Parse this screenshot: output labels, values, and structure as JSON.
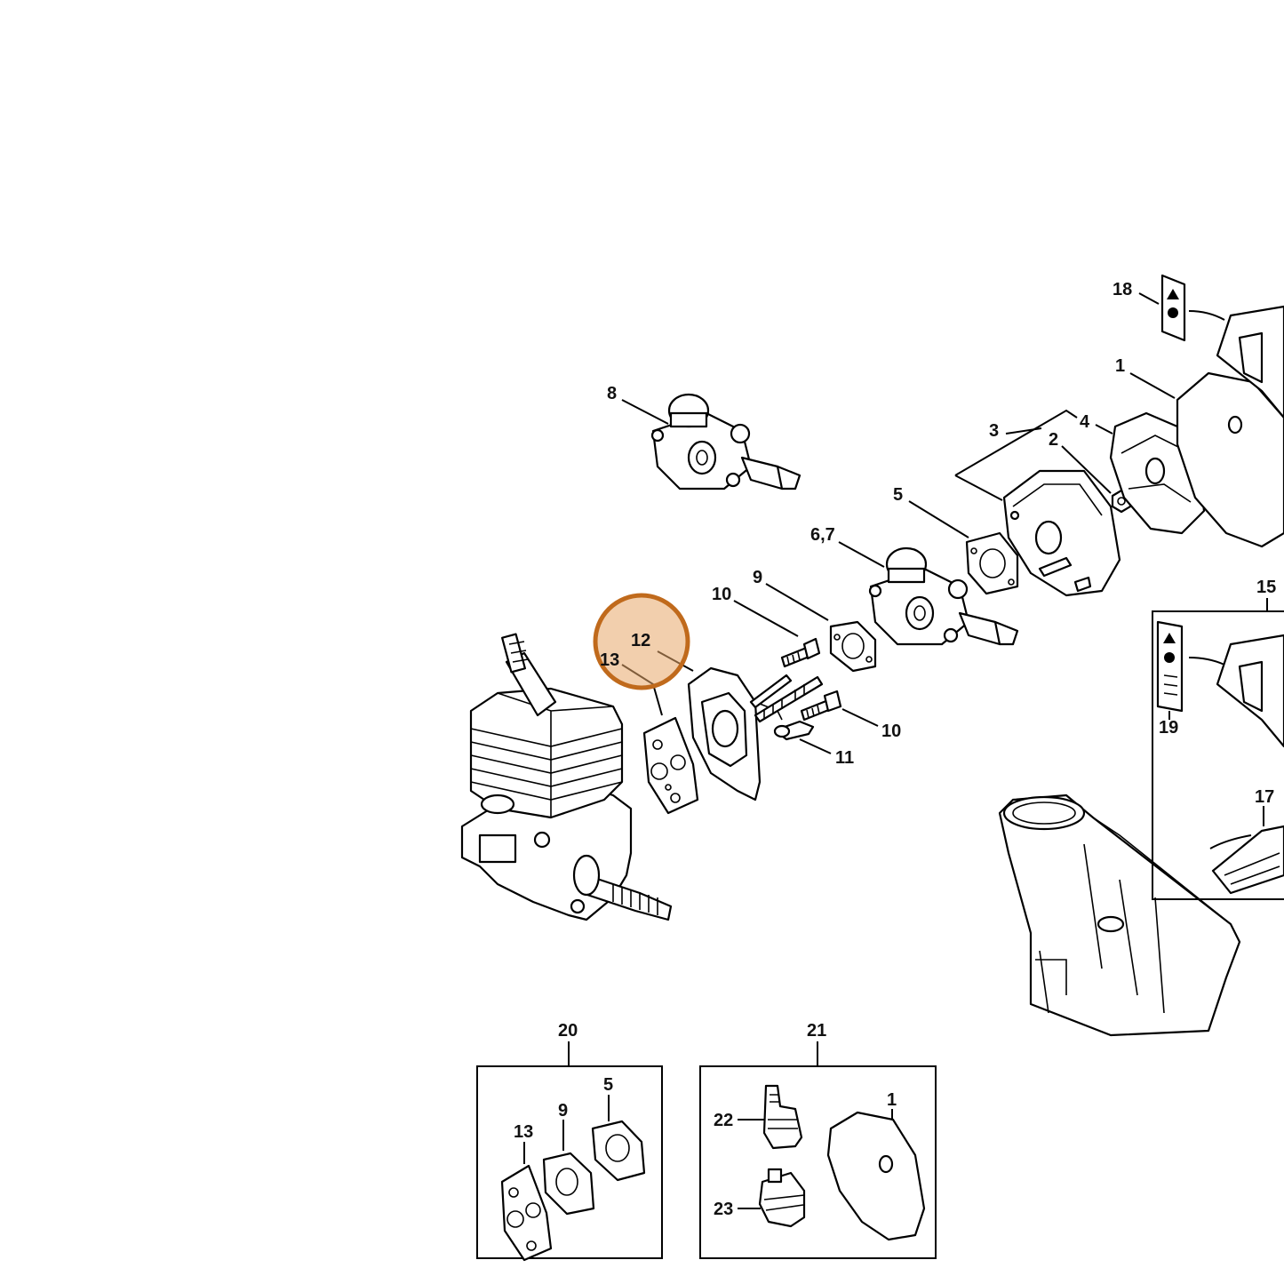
{
  "highlight": {
    "part_label": "12",
    "color": "#c06a1c",
    "fill_color": "#e8a86a"
  },
  "callouts": [
    {
      "id": "c18",
      "label": "18"
    },
    {
      "id": "c1a",
      "label": "1"
    },
    {
      "id": "c8",
      "label": "8"
    },
    {
      "id": "c3",
      "label": "3"
    },
    {
      "id": "c4",
      "label": "4"
    },
    {
      "id": "c2",
      "label": "2"
    },
    {
      "id": "c5a",
      "label": "5"
    },
    {
      "id": "c67",
      "label": "6,7"
    },
    {
      "id": "c9a",
      "label": "9"
    },
    {
      "id": "c10a",
      "label": "10"
    },
    {
      "id": "c15",
      "label": "15"
    },
    {
      "id": "c12",
      "label": "12"
    },
    {
      "id": "c13a",
      "label": "13"
    },
    {
      "id": "c10b",
      "label": "10"
    },
    {
      "id": "c11",
      "label": "11"
    },
    {
      "id": "c19",
      "label": "19"
    },
    {
      "id": "c17",
      "label": "17"
    },
    {
      "id": "c20",
      "label": "20"
    },
    {
      "id": "c21",
      "label": "21"
    },
    {
      "id": "c5b",
      "label": "5"
    },
    {
      "id": "c9b",
      "label": "9"
    },
    {
      "id": "c13b",
      "label": "13"
    },
    {
      "id": "c22",
      "label": "22"
    },
    {
      "id": "c1b",
      "label": "1"
    },
    {
      "id": "c23",
      "label": "23"
    }
  ]
}
